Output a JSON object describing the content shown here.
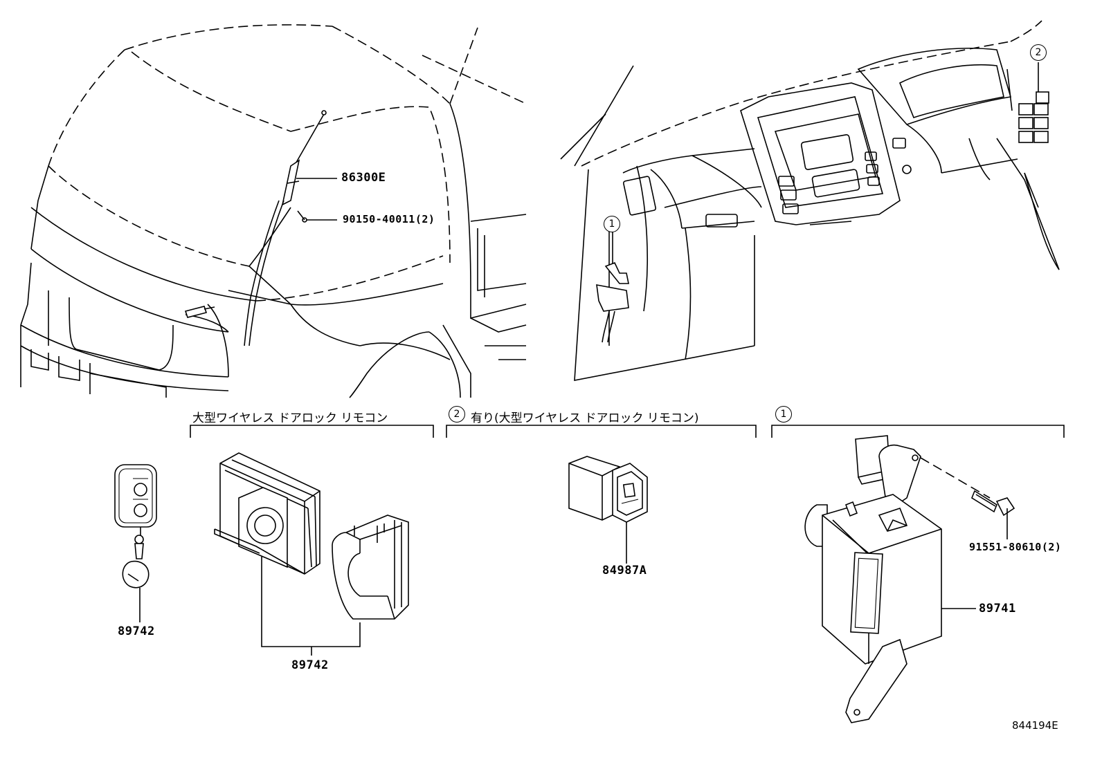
{
  "parts": {
    "antenna": "86300E",
    "antenna_screw": "90150-40011(2)",
    "transmitter": "89742",
    "receiver_set": "89742",
    "switch": "84987A",
    "ecu": "89741",
    "ecu_bolt": "91551-80610(2)"
  },
  "sections": {
    "wireless_remote": "大型ワイヤレス ドアロック リモコン",
    "with_wireless_remote": "有り(大型ワイヤレス ドアロック リモコン)"
  },
  "callouts": {
    "one": "1",
    "two": "2"
  },
  "figure_id": "844194E"
}
